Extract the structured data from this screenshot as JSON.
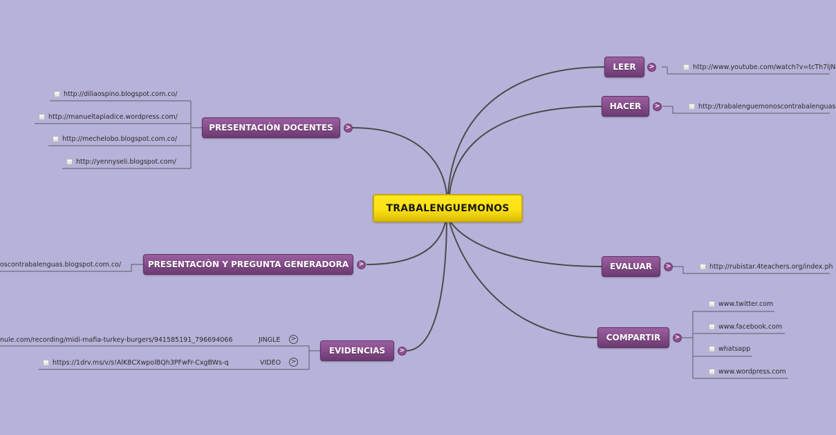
{
  "mindmap": {
    "background": "#b7b2d9",
    "colors": {
      "central": "#fde313",
      "topic": "#864c8b",
      "line": "#4a4a4a"
    },
    "central": {
      "label": "TRABALENGUEMONOS"
    },
    "topics": {
      "presentacion_docentes": {
        "label": "PRESENTACIÒN DOCENTES",
        "children": [
          "http://diliaospino.blogspot.com.co/",
          "http://manueltapiadice.wordpress.com/",
          "http://mechelobo.blogspot.com.co/",
          "http://yennyseli.blogspot.com/"
        ]
      },
      "presentacion_pregunta": {
        "label": "PRESENTACIÒN Y PREGUNTA GENERADORA",
        "children": [
          "oscontrabalenguas.blogspot.com.co/"
        ]
      },
      "evidencias": {
        "label": "EVIDENCIAS",
        "children": [
          {
            "tag": "JINGLE",
            "url": "nule.com/recording/midi-mafia-turkey-burgers/941585191_796694066"
          },
          {
            "tag": "VIDEO",
            "url": "https://1drv.ms/v/s!AlK8CXwpolBQh3PFwFr-CxgBWs-q"
          }
        ]
      },
      "leer": {
        "label": "LEER",
        "children": [
          "http://www.youtube.com/watch?v=tcTh7ljN"
        ]
      },
      "hacer": {
        "label": "HACER",
        "children": [
          "http://trabalenguemonoscontrabalenguas"
        ]
      },
      "evaluar": {
        "label": "EVALUAR",
        "children": [
          "http://rubistar.4teachers.org/index.ph"
        ]
      },
      "compartir": {
        "label": "COMPARTIR",
        "children": [
          "www.twitter.com",
          "www.facebook.com",
          "whatsapp",
          "www.wordpress.com"
        ]
      }
    },
    "toggle_glyph": ">"
  }
}
